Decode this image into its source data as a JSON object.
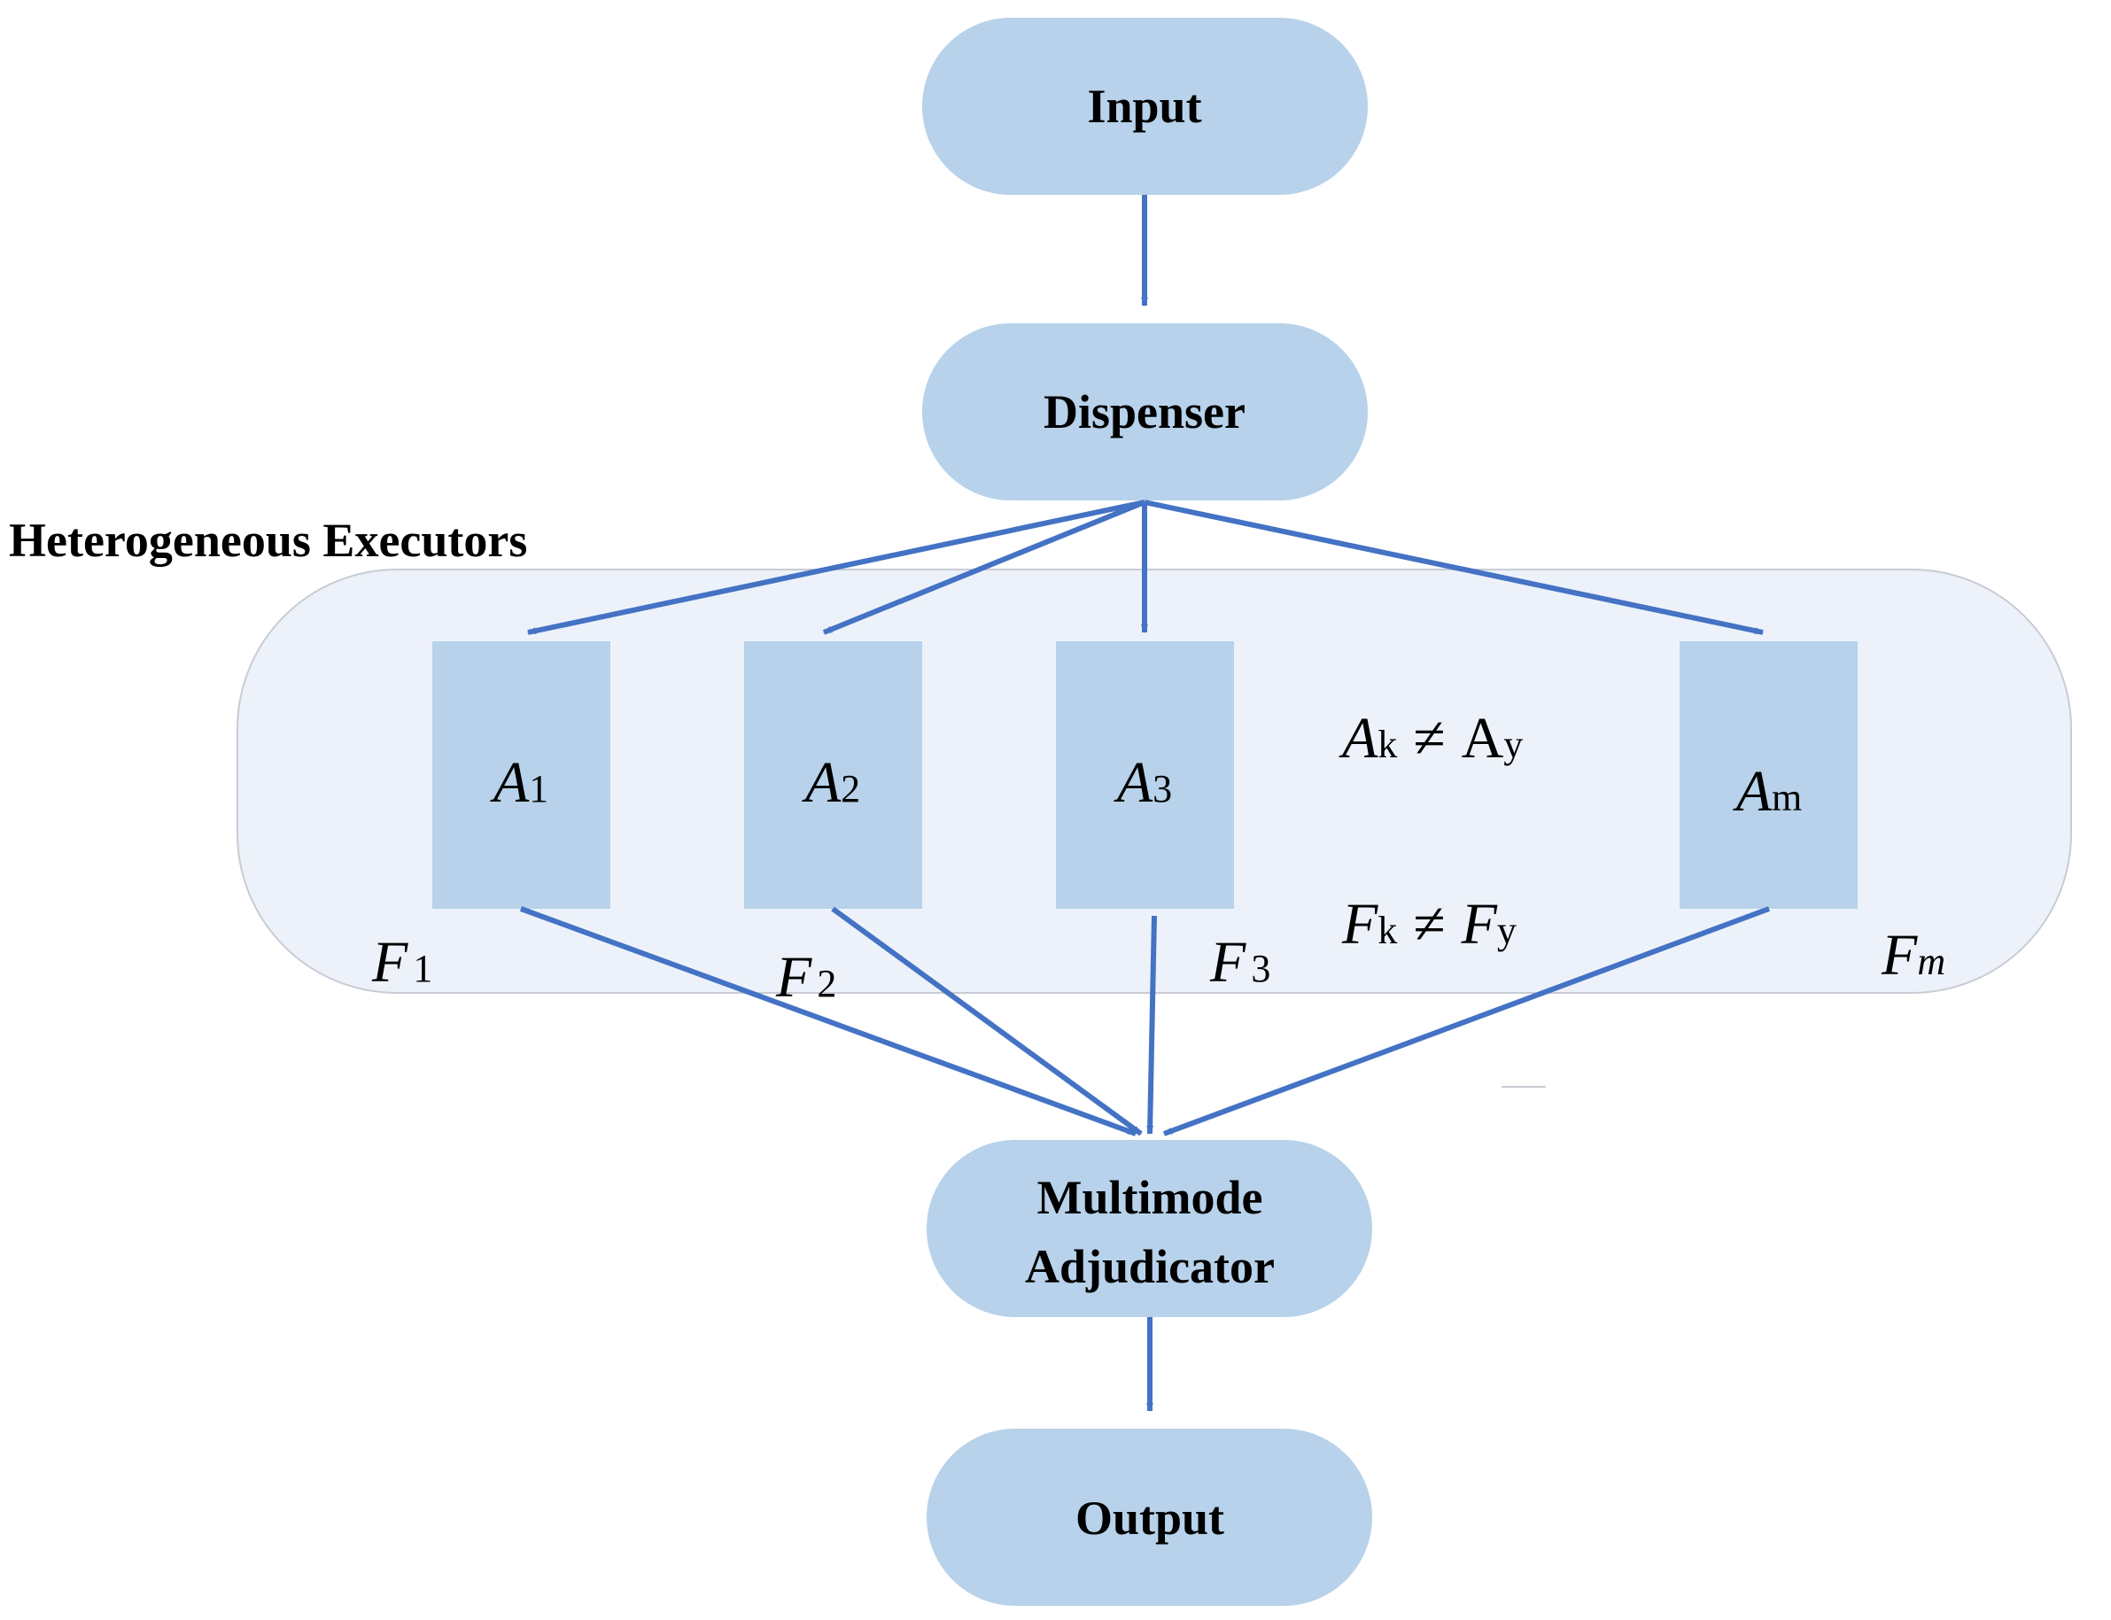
{
  "colors": {
    "node_fill": "#b7d2ea",
    "group_fill": "#edf2fa",
    "group_stroke": "#c8ccd3",
    "arrow": "#4472c4"
  },
  "nodes": {
    "input": "Input",
    "dispenser": "Dispenser",
    "adjudicator_line1": "Multimode",
    "adjudicator_line2": "Adjudicator",
    "output": "Output"
  },
  "group": {
    "label": "Heterogeneous Executors"
  },
  "executors": [
    {
      "symbol": "A",
      "index": "1",
      "func_symbol": "F",
      "func_index": "1"
    },
    {
      "symbol": "A",
      "index": "2",
      "func_symbol": "F",
      "func_index": "2"
    },
    {
      "symbol": "A",
      "index": "3",
      "func_symbol": "F",
      "func_index": "3"
    },
    {
      "symbol": "A",
      "index": "m",
      "func_symbol": "F",
      "func_index": "m"
    }
  ],
  "relations": {
    "a_lhs": "A",
    "a_lhs_sub": "k",
    "a_op": "≠",
    "a_rhs": "A",
    "a_rhs_sub": "y",
    "f_lhs": "F",
    "f_lhs_sub": "k",
    "f_op": "≠",
    "f_rhs": "F",
    "f_rhs_sub": "y"
  }
}
